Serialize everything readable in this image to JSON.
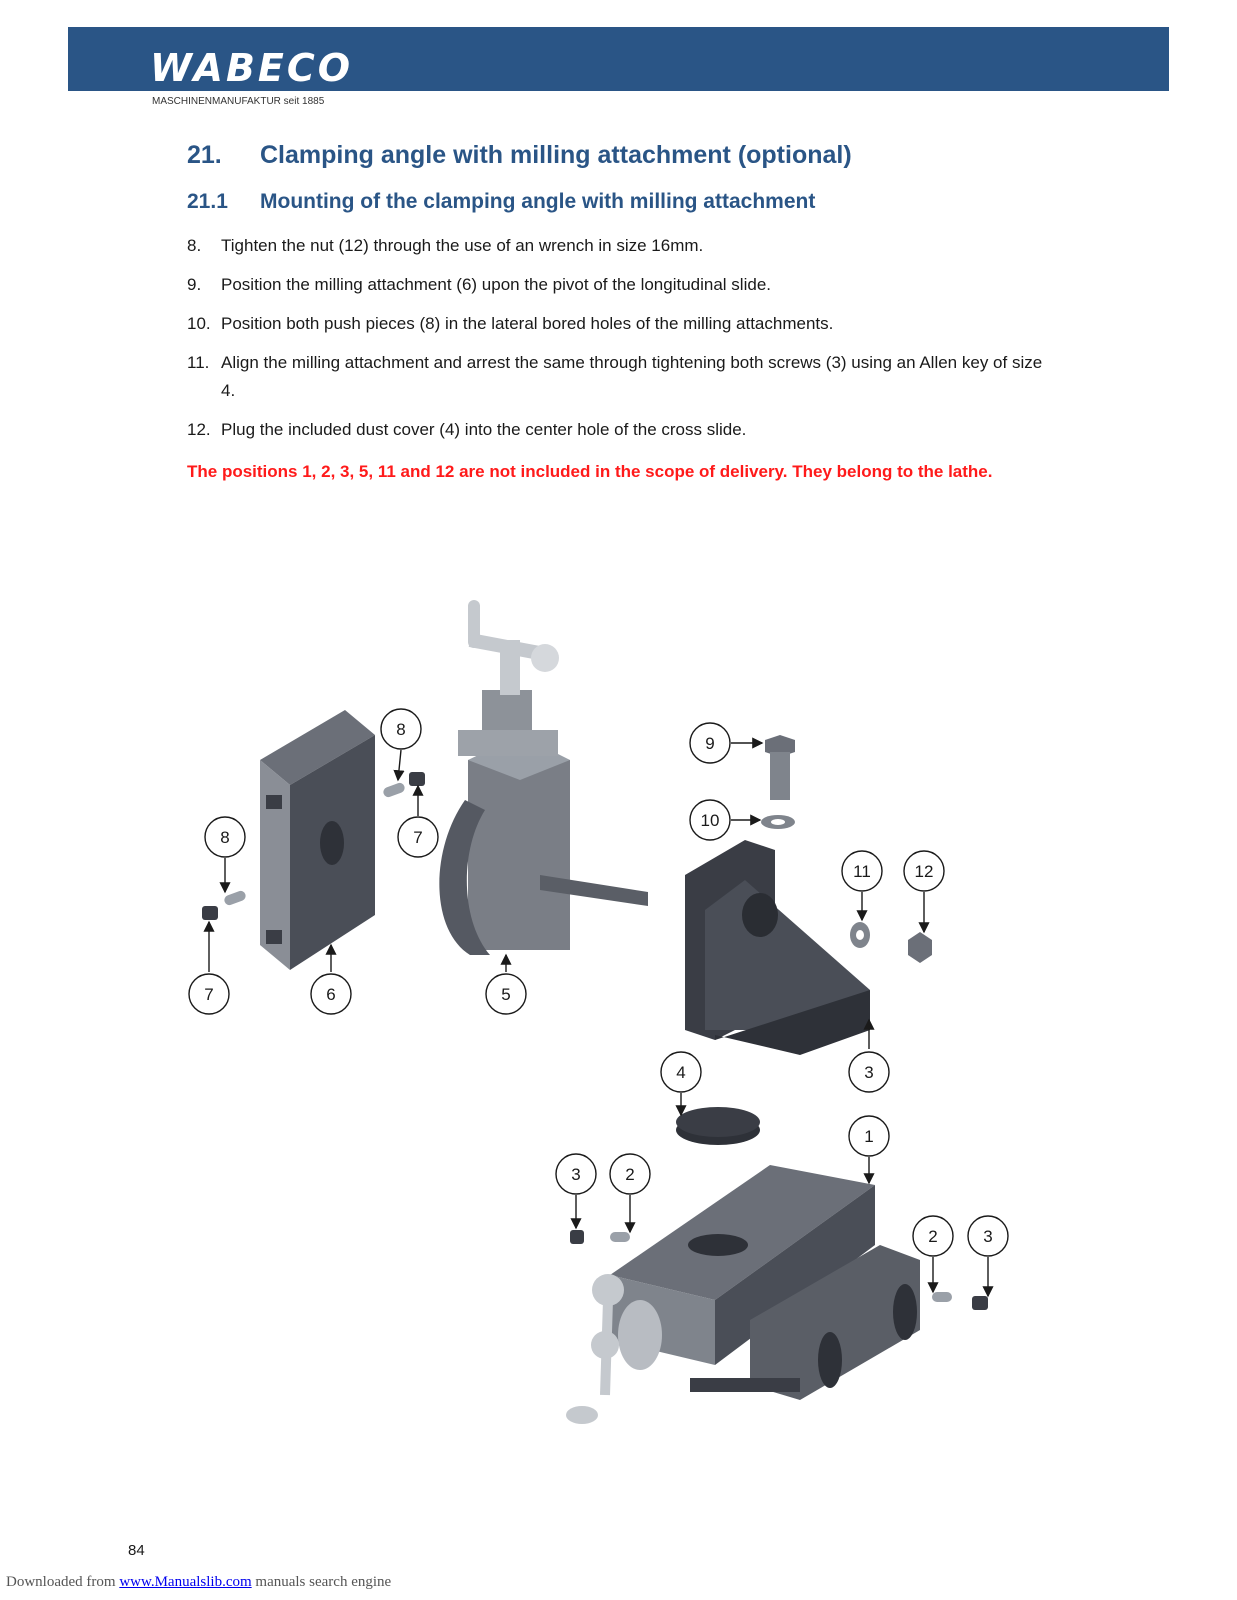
{
  "header": {
    "logo": "WABECO",
    "tagline": "MASCHINENMANUFAKTUR seit 1885"
  },
  "section": {
    "number": "21.",
    "title": "Clamping angle with milling attachment (optional)"
  },
  "subsection": {
    "number": "21.1",
    "title": "Mounting of the clamping angle with milling attachment"
  },
  "steps": [
    {
      "num": "8.",
      "text": "Tighten the nut (12) through the use of an wrench in size 16mm."
    },
    {
      "num": "9.",
      "text": "Position the milling attachment (6) upon the pivot of the longitudinal slide."
    },
    {
      "num": "10.",
      "text": "Position both push pieces (8) in the lateral bored holes of the milling attachments."
    },
    {
      "num": "11.",
      "text": "Align the milling attachment and arrest the same through tightening both screws (3) using an Allen key of size 4."
    },
    {
      "num": "12.",
      "text": "Plug the included dust cover (4) into the center hole of the cross slide."
    }
  ],
  "note": "The positions 1, 2, 3, 5, 11 and 12 are not included in the scope of delivery. They belong to the lathe.",
  "figure": {
    "callouts": [
      "8",
      "8",
      "7",
      "7",
      "6",
      "5",
      "9",
      "10",
      "11",
      "12",
      "4",
      "3",
      "1",
      "3",
      "2",
      "2",
      "3"
    ]
  },
  "page_number": "84",
  "footer": {
    "prefix": "Downloaded from ",
    "link": "www.Manualslib.com",
    "suffix": " manuals search engine"
  },
  "colors": {
    "brand_blue": "#2a5586",
    "warning_red": "#ff1a1a",
    "part_dark": "#3a3d45",
    "part_metal": "#b8bcc2"
  }
}
